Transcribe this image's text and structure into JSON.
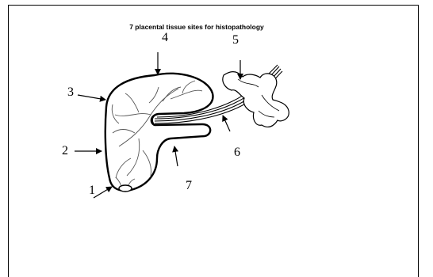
{
  "diagram": {
    "title": "7 placental tissue sites for histopathology",
    "labels": [
      "1",
      "2",
      "3",
      "4",
      "5",
      "6",
      "7"
    ]
  },
  "colors": {
    "ink": "#000000",
    "background": "#ffffff"
  }
}
